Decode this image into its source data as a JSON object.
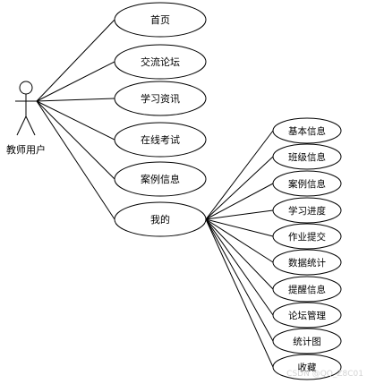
{
  "actor": {
    "name": "教师用户",
    "icon": "stick-figure-actor-icon"
  },
  "use_cases": [
    {
      "id": "home",
      "label": "首页"
    },
    {
      "id": "forum",
      "label": "交流论坛"
    },
    {
      "id": "news",
      "label": "学习资讯"
    },
    {
      "id": "exam",
      "label": "在线考试"
    },
    {
      "id": "case",
      "label": "案例信息"
    },
    {
      "id": "mine",
      "label": "我的"
    }
  ],
  "sub_use_cases": [
    {
      "id": "basic",
      "label": "基本信息"
    },
    {
      "id": "class",
      "label": "班级信息"
    },
    {
      "id": "case",
      "label": "案例信息"
    },
    {
      "id": "progress",
      "label": "学习进度"
    },
    {
      "id": "homework",
      "label": "作业提交"
    },
    {
      "id": "stats",
      "label": "数据统计"
    },
    {
      "id": "question",
      "label": "提醒信息"
    },
    {
      "id": "forum",
      "label": "论坛管理"
    },
    {
      "id": "chart",
      "label": "统计图"
    },
    {
      "id": "favorite",
      "label": "收藏"
    }
  ],
  "watermark": "CSDN @QQ_Z8C01"
}
